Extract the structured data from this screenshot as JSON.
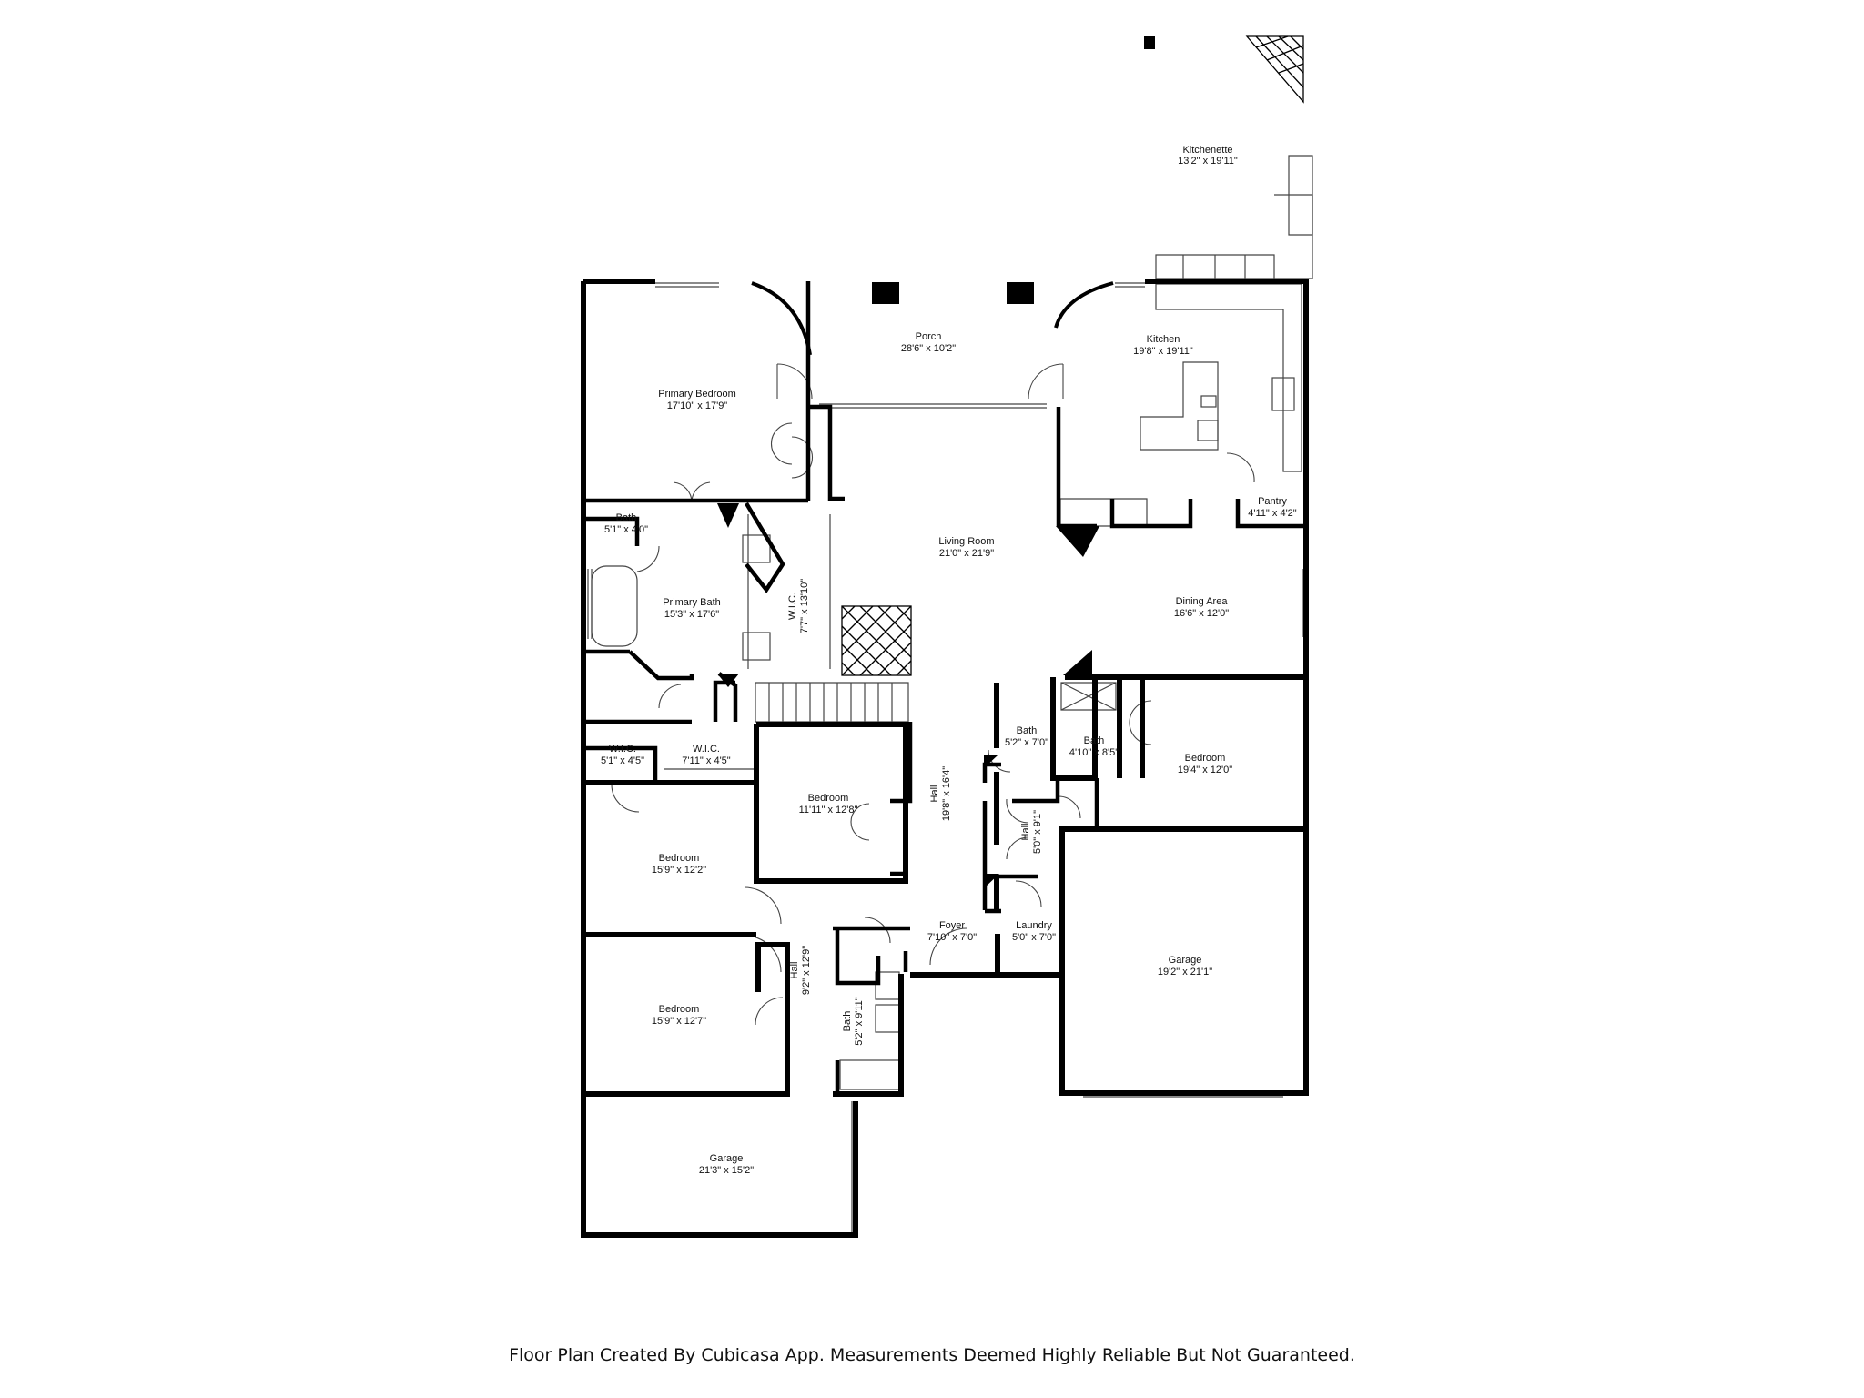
{
  "rooms": [
    {
      "id": "kitchenette",
      "name": "Kitchenette",
      "dims": "13'2\" x 19'11\""
    },
    {
      "id": "porch",
      "name": "Porch",
      "dims": "28'6\" x 10'2\""
    },
    {
      "id": "kitchen",
      "name": "Kitchen",
      "dims": "19'8\" x 19'11\""
    },
    {
      "id": "primary-bedroom",
      "name": "Primary Bedroom",
      "dims": "17'10\" x 17'9\""
    },
    {
      "id": "pantry",
      "name": "Pantry",
      "dims": "4'11\" x 4'2\""
    },
    {
      "id": "bath-primary-small",
      "name": "Bath",
      "dims": "5'1\" x 4'0\""
    },
    {
      "id": "living-room",
      "name": "Living Room",
      "dims": "21'0\" x 21'9\""
    },
    {
      "id": "primary-bath",
      "name": "Primary Bath",
      "dims": "15'3\" x 17'6\""
    },
    {
      "id": "wic-primary",
      "name": "W.I.C.",
      "dims": "7'7\" x 13'10\""
    },
    {
      "id": "dining-area",
      "name": "Dining Area",
      "dims": "16'6\" x 12'0\""
    },
    {
      "id": "bath-center",
      "name": "Bath",
      "dims": "5'2\" x 7'0\""
    },
    {
      "id": "bath-east",
      "name": "Bath",
      "dims": "4'10\" x 8'5\""
    },
    {
      "id": "bedroom-east",
      "name": "Bedroom",
      "dims": "19'4\" x 12'0\""
    },
    {
      "id": "wic-1",
      "name": "W.I.C.",
      "dims": "5'1\" x 4'5\""
    },
    {
      "id": "wic-2",
      "name": "W.I.C.",
      "dims": "7'11\" x 4'5\""
    },
    {
      "id": "hall-main",
      "name": "Hall",
      "dims": "19'8\" x 16'4\""
    },
    {
      "id": "bedroom-center",
      "name": "Bedroom",
      "dims": "11'11\" x 12'8\""
    },
    {
      "id": "hall-small",
      "name": "Hall",
      "dims": "5'0\" x 9'1\""
    },
    {
      "id": "bedroom-west-1",
      "name": "Bedroom",
      "dims": "15'9\" x 12'2\""
    },
    {
      "id": "foyer",
      "name": "Foyer",
      "dims": "7'10\" x 7'0\""
    },
    {
      "id": "laundry",
      "name": "Laundry",
      "dims": "5'0\" x 7'0\""
    },
    {
      "id": "garage-east",
      "name": "Garage",
      "dims": "19'2\" x 21'1\""
    },
    {
      "id": "hall-west",
      "name": "Hall",
      "dims": "9'2\" x 12'9\""
    },
    {
      "id": "bath-west",
      "name": "Bath",
      "dims": "5'2\" x 9'11\""
    },
    {
      "id": "bedroom-west-2",
      "name": "Bedroom",
      "dims": "15'9\" x 12'7\""
    },
    {
      "id": "garage-west",
      "name": "Garage",
      "dims": "21'3\" x 15'2\""
    }
  ],
  "footer": "Floor Plan Created By Cubicasa App. Measurements Deemed Highly Reliable But Not Guaranteed.",
  "colors": {
    "wall": "#000000",
    "fixture": "#6a6a6a",
    "background": "#ffffff"
  }
}
